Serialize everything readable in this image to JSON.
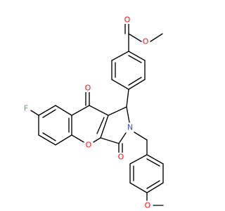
{
  "molecule": {
    "atoms": [
      {
        "id": "o_ester_carbonyl",
        "symbol": "O",
        "color": "#ff0d0d"
      },
      {
        "id": "o_ester_single",
        "symbol": "O",
        "color": "#ff0d0d"
      },
      {
        "id": "o_ketone",
        "symbol": "O",
        "color": "#ff0d0d"
      },
      {
        "id": "fluorine",
        "symbol": "F",
        "color": "#33cc33"
      },
      {
        "id": "nitrogen",
        "symbol": "N",
        "color": "#3050f8"
      },
      {
        "id": "o_ring",
        "symbol": "O",
        "color": "#ff0d0d"
      },
      {
        "id": "o_lactam",
        "symbol": "O",
        "color": "#ff0d0d"
      },
      {
        "id": "o_methoxy",
        "symbol": "O",
        "color": "#ff0d0d"
      }
    ],
    "bond_color": "#000000"
  }
}
